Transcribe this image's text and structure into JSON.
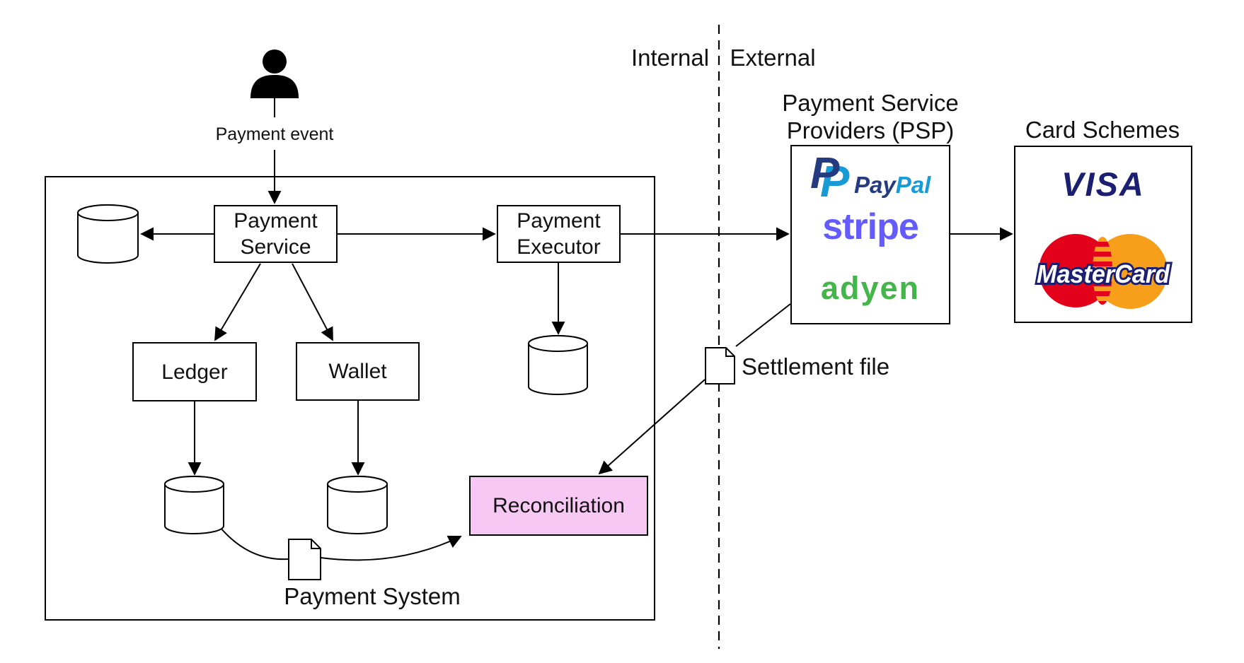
{
  "divider": {
    "internal_label": "Internal",
    "external_label": "External"
  },
  "actor": {
    "event_label": "Payment event"
  },
  "system": {
    "title": "Payment System",
    "payment_service": {
      "line1": "Payment",
      "line2": "Service"
    },
    "payment_executor": {
      "line1": "Payment",
      "line2": "Executor"
    },
    "ledger": "Ledger",
    "wallet": "Wallet",
    "reconciliation": "Reconciliation"
  },
  "settlement": {
    "label": "Settlement file"
  },
  "psp": {
    "title_line1": "Payment Service",
    "title_line2": "Providers (PSP)",
    "paypal": {
      "monogram": "P",
      "pay": "Pay",
      "pal": "Pal"
    },
    "stripe": "stripe",
    "adyen": "adyen"
  },
  "card_schemes": {
    "title": "Card Schemes",
    "visa": "VISA",
    "mastercard": "MasterCard"
  },
  "icons": {
    "person": "person-icon",
    "database": "database-icon",
    "file": "file-icon"
  },
  "colors": {
    "reconciliation_fill": "#F7C8F3",
    "paypal_dark": "#253B80",
    "paypal_light": "#179BD7",
    "stripe": "#635BFF",
    "adyen": "#43B649",
    "visa": "#1A1F71",
    "mastercard_red": "#E2001A",
    "mastercard_orange": "#F79E1B",
    "line": "#000000"
  }
}
